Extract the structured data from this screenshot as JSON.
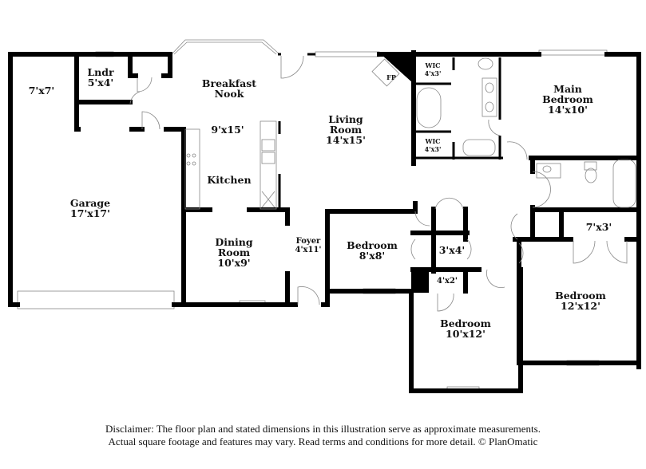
{
  "rooms": [
    {
      "name": "",
      "dims": "7'x7'"
    },
    {
      "name": "Lndr",
      "dims": "5'x4'"
    },
    {
      "name": "Breakfast Nook",
      "line1": "Breakfast",
      "line2": "Nook",
      "dims": "9'x15'"
    },
    {
      "name": "Kitchen"
    },
    {
      "name": "Garage",
      "dims": "17'x17'"
    },
    {
      "name": "Dining Room",
      "line1": "Dining",
      "line2": "Room",
      "dims": "10'x9'"
    },
    {
      "name": "Foyer",
      "dims": "4'x11'"
    },
    {
      "name": "Living Room",
      "line1": "Living",
      "line2": "Room",
      "dims": "14'x15'"
    },
    {
      "name": "FP"
    },
    {
      "name": "WIC",
      "dims": "4'x3'"
    },
    {
      "name": "WIC",
      "dims": "4'x3'"
    },
    {
      "name": "Main Bedroom",
      "line1": "Main",
      "line2": "Bedroom",
      "dims": "14'x10'"
    },
    {
      "name": "Bedroom",
      "dims": "8'x8'"
    },
    {
      "name": "",
      "dims": "3'x4'"
    },
    {
      "name": "",
      "dims": "4'x2'"
    },
    {
      "name": "",
      "dims": "7'x3'"
    },
    {
      "name": "Bedroom",
      "dims": "12'x12'"
    },
    {
      "name": "Bedroom",
      "dims": "10'x12'"
    }
  ],
  "disclaimer": {
    "line1": "Disclaimer: The floor plan and stated dimensions in this illustration serve as approximate measurements.",
    "line2": "Actual square footage and features may vary. Read terms and conditions for more detail. © PlanOmatic"
  },
  "colors": {
    "wall": "#000000",
    "background": "#ffffff"
  }
}
